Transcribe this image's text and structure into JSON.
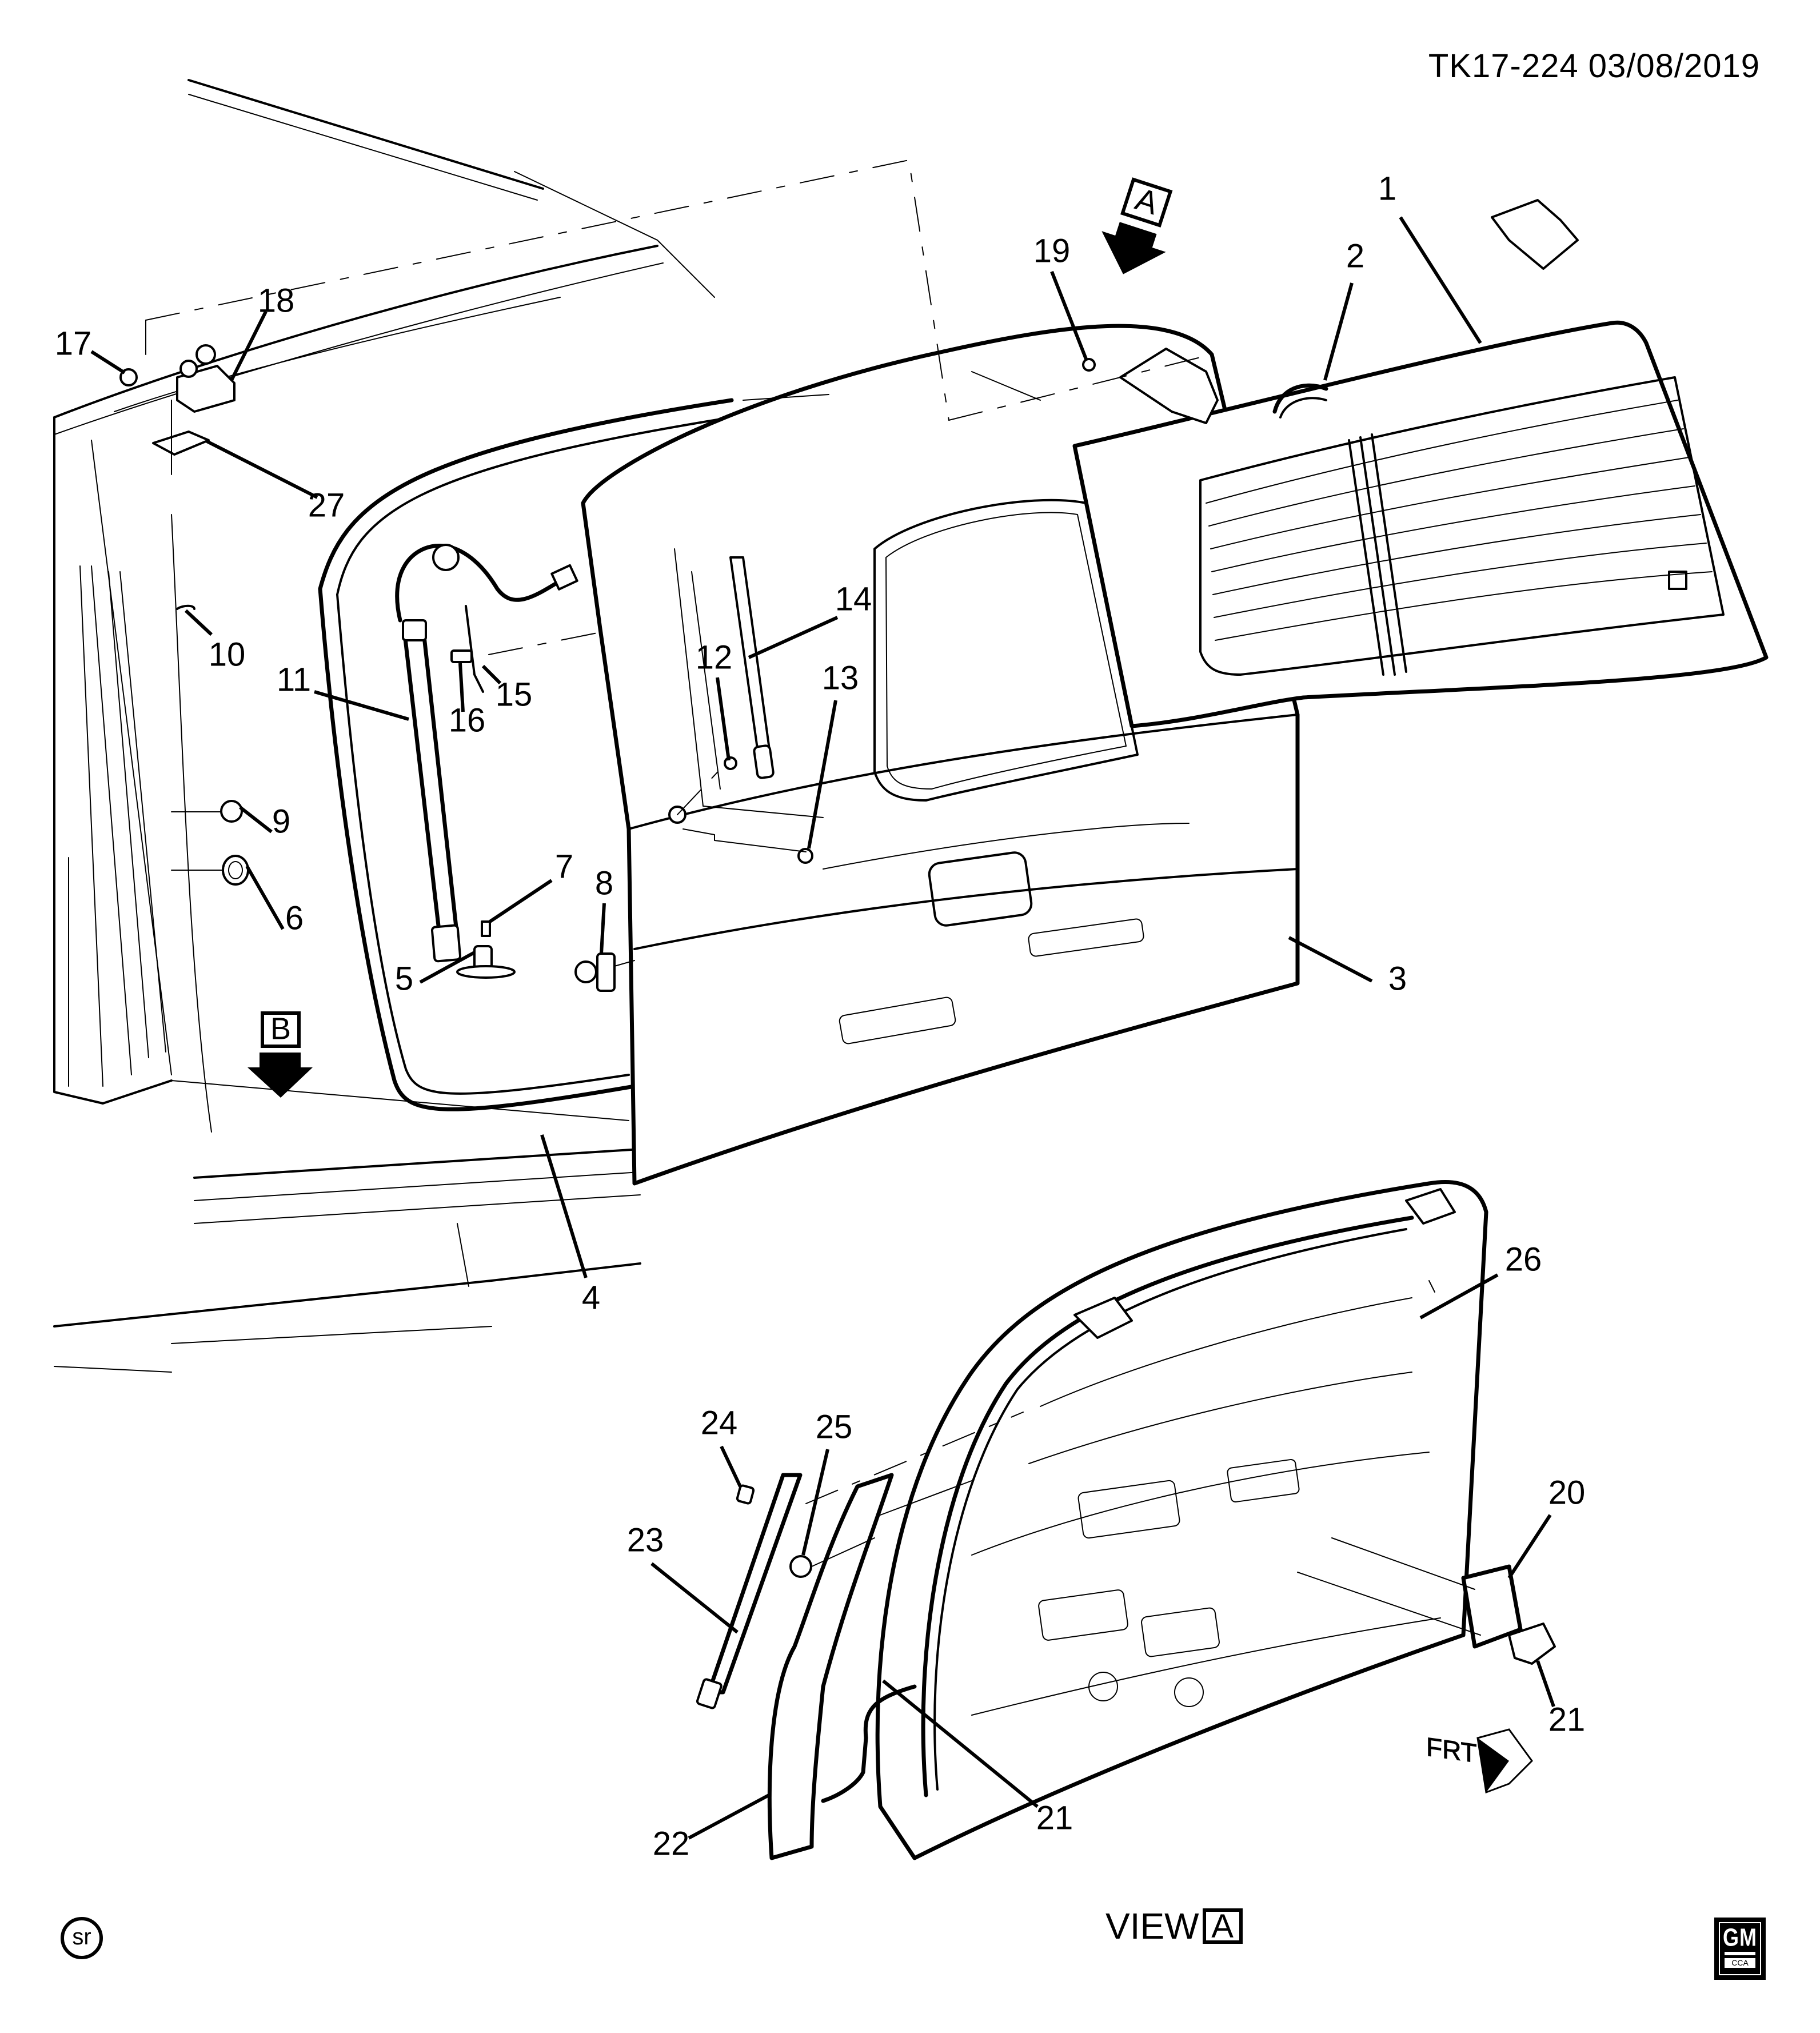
{
  "header": {
    "illustration_id": "TK17-224",
    "date": "03/08/2019",
    "full_label": "TK17-224  03/08/2019"
  },
  "view_markers": {
    "a_label": "A",
    "b_label": "B"
  },
  "view_caption": {
    "prefix": "VIEW",
    "letter": "A"
  },
  "direction_indicator": {
    "label": "FRT"
  },
  "footer": {
    "sr_badge": "sr",
    "gm_logo_main": "GM",
    "gm_logo_sub": "CCA"
  },
  "callouts": [
    {
      "id": "c1",
      "label": "1"
    },
    {
      "id": "c2",
      "label": "2"
    },
    {
      "id": "c3",
      "label": "3"
    },
    {
      "id": "c4",
      "label": "4"
    },
    {
      "id": "c5",
      "label": "5"
    },
    {
      "id": "c6",
      "label": "6"
    },
    {
      "id": "c7",
      "label": "7"
    },
    {
      "id": "c8",
      "label": "8"
    },
    {
      "id": "c9",
      "label": "9"
    },
    {
      "id": "c10",
      "label": "10"
    },
    {
      "id": "c11",
      "label": "11"
    },
    {
      "id": "c12",
      "label": "12"
    },
    {
      "id": "c13",
      "label": "13"
    },
    {
      "id": "c14",
      "label": "14"
    },
    {
      "id": "c15",
      "label": "15"
    },
    {
      "id": "c16",
      "label": "16"
    },
    {
      "id": "c17",
      "label": "17"
    },
    {
      "id": "c18",
      "label": "18"
    },
    {
      "id": "c19",
      "label": "19"
    },
    {
      "id": "c20",
      "label": "20"
    },
    {
      "id": "c21a",
      "label": "21"
    },
    {
      "id": "c21b",
      "label": "21"
    },
    {
      "id": "c22",
      "label": "22"
    },
    {
      "id": "c23",
      "label": "23"
    },
    {
      "id": "c24",
      "label": "24"
    },
    {
      "id": "c25",
      "label": "25"
    },
    {
      "id": "c26",
      "label": "26"
    },
    {
      "id": "c27",
      "label": "27"
    }
  ]
}
